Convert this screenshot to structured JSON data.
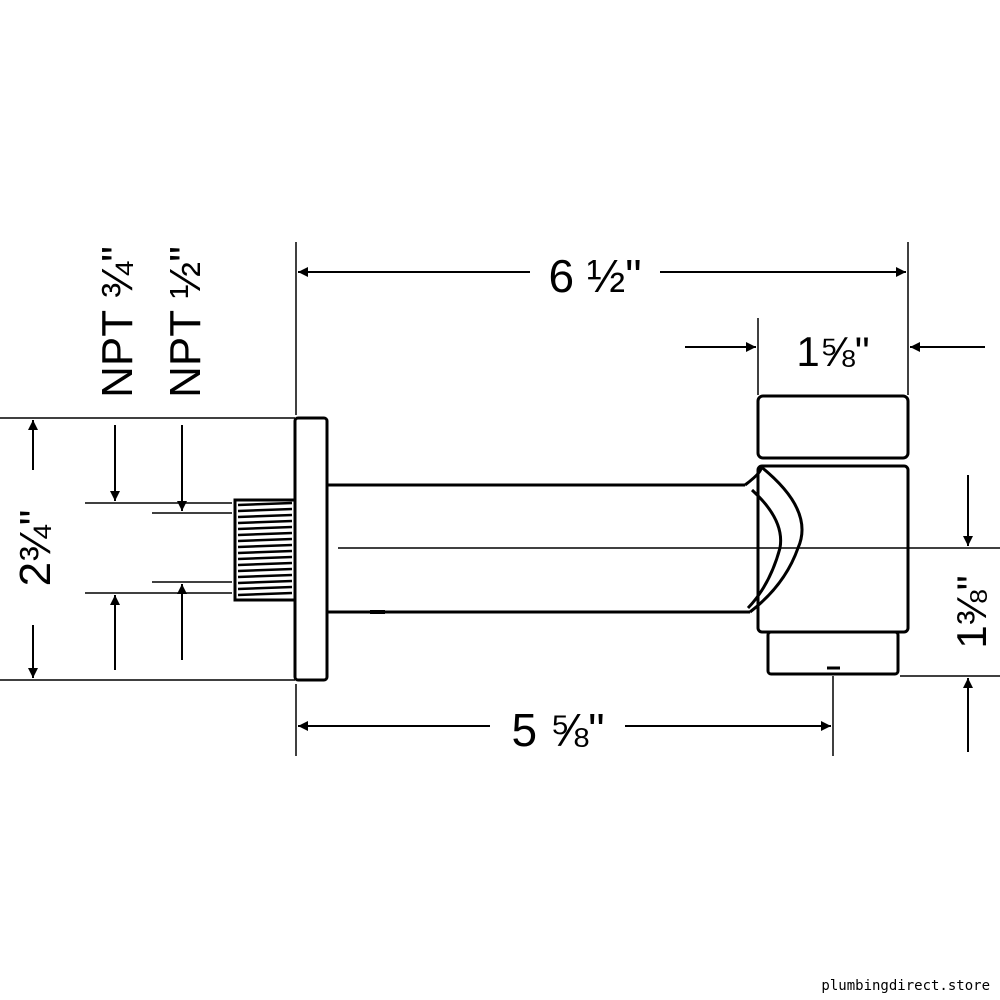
{
  "dimensions": {
    "overall_length": "6 ½\"",
    "head_width": "1⅝\"",
    "projection": "5 ⅝\"",
    "flange_height": "2¾\"",
    "outlet_height": "1⅜\""
  },
  "threads": {
    "inlet_large": "NPT ¾\"",
    "inlet_small": "NPT ½\""
  },
  "watermark": "plumbingdirect.store",
  "colors": {
    "line": "#000000",
    "background": "#ffffff"
  }
}
